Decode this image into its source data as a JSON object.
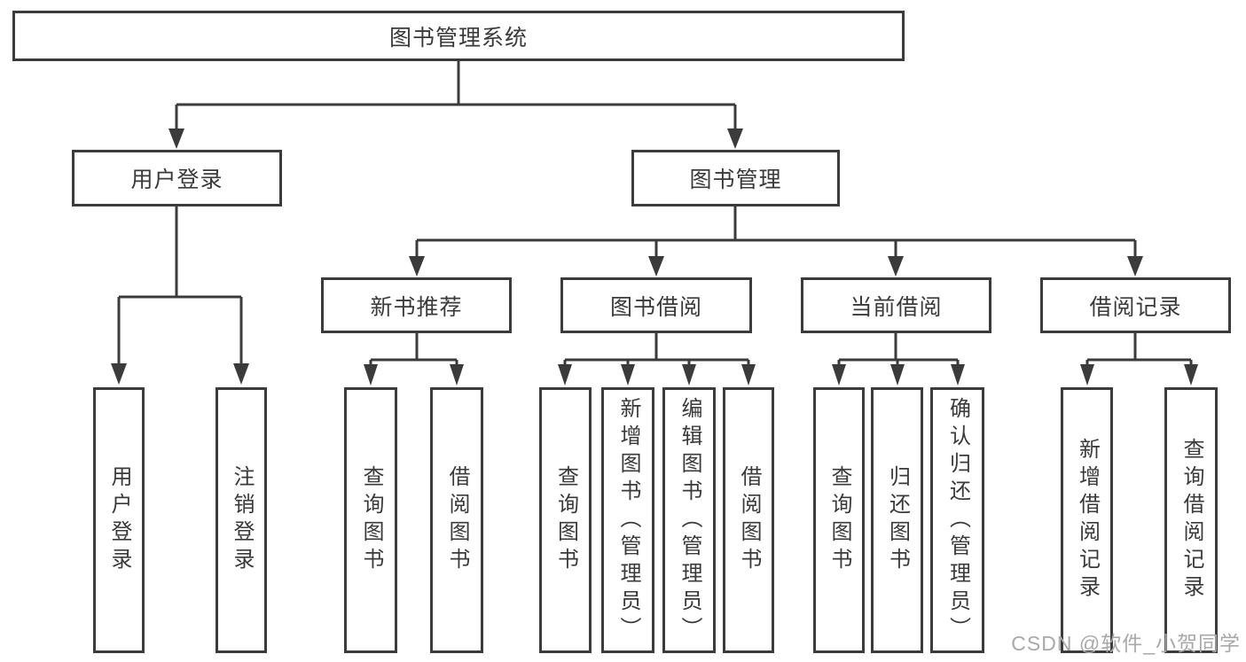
{
  "colors": {
    "line": "#3b3b3b",
    "text": "#3a3a3a",
    "box_background": "#ffffff",
    "watermark": "#a9a9a9",
    "background": "#ffffff"
  },
  "diagram": {
    "root": {
      "label": "图书管理系统"
    },
    "branches": [
      {
        "label": "用户登录",
        "leaves": [
          {
            "label": "用户登录"
          },
          {
            "label": "注销登录"
          }
        ]
      },
      {
        "label": "图书管理",
        "children": [
          {
            "label": "新书推荐",
            "leaves": [
              {
                "label": "查询图书"
              },
              {
                "label": "借阅图书"
              }
            ]
          },
          {
            "label": "图书借阅",
            "leaves": [
              {
                "label": "查询图书"
              },
              {
                "label": "新增图书（管理员）"
              },
              {
                "label": "编辑图书（管理员）"
              },
              {
                "label": "借阅图书"
              }
            ]
          },
          {
            "label": "当前借阅",
            "leaves": [
              {
                "label": "查询图书"
              },
              {
                "label": "归还图书"
              },
              {
                "label": "确认归还（管理员）"
              }
            ]
          },
          {
            "label": "借阅记录",
            "leaves": [
              {
                "label": "新增借阅记录"
              },
              {
                "label": "查询借阅记录"
              }
            ]
          }
        ]
      }
    ]
  },
  "watermark": {
    "text": "CSDN @软件_小贺同学"
  }
}
